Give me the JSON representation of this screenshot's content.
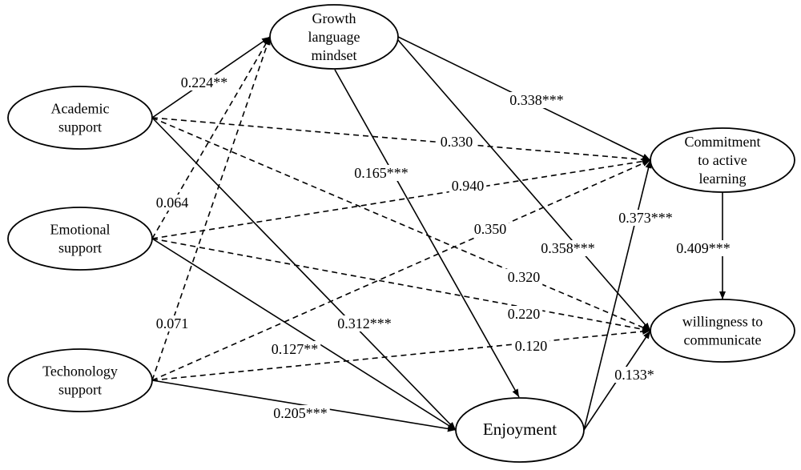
{
  "diagram": {
    "nodes": [
      {
        "id": "academic",
        "lines": [
          "Academic",
          "support"
        ]
      },
      {
        "id": "emotional",
        "lines": [
          "Emotional",
          "support"
        ]
      },
      {
        "id": "technology",
        "lines": [
          "Techonology",
          "support"
        ]
      },
      {
        "id": "growth",
        "lines": [
          "Growth",
          "language",
          "mindset"
        ]
      },
      {
        "id": "commitment",
        "lines": [
          "Commitment",
          "to active",
          "learning"
        ]
      },
      {
        "id": "willingness",
        "lines": [
          "willingness to",
          "communicate"
        ]
      },
      {
        "id": "enjoyment",
        "lines": [
          "Enjoyment"
        ]
      }
    ],
    "edges": [
      {
        "from": "academic",
        "to": "growth",
        "label": "0.224**",
        "style": "solid"
      },
      {
        "from": "academic",
        "to": "commitment",
        "label": "0.330",
        "style": "dashed"
      },
      {
        "from": "academic",
        "to": "willingness",
        "label": "0.320",
        "style": "dashed"
      },
      {
        "from": "academic",
        "to": "enjoyment",
        "label": "0.312***",
        "style": "solid"
      },
      {
        "from": "emotional",
        "to": "growth",
        "label": "0.064",
        "style": "dashed"
      },
      {
        "from": "emotional",
        "to": "commitment",
        "label": "0.940",
        "style": "dashed"
      },
      {
        "from": "emotional",
        "to": "willingness",
        "label": "0.220",
        "style": "dashed"
      },
      {
        "from": "emotional",
        "to": "enjoyment",
        "label": "0.127**",
        "style": "solid"
      },
      {
        "from": "technology",
        "to": "growth",
        "label": "0.071",
        "style": "dashed"
      },
      {
        "from": "technology",
        "to": "commitment",
        "label": "0.350",
        "style": "dashed"
      },
      {
        "from": "technology",
        "to": "willingness",
        "label": "0.120",
        "style": "dashed"
      },
      {
        "from": "technology",
        "to": "enjoyment",
        "label": "0.205***",
        "style": "solid"
      },
      {
        "from": "growth",
        "to": "commitment",
        "label": "0.338***",
        "style": "solid"
      },
      {
        "from": "growth",
        "to": "willingness",
        "label": "0.358***",
        "style": "solid"
      },
      {
        "from": "growth",
        "to": "enjoyment",
        "label": "0.165***",
        "style": "solid"
      },
      {
        "from": "enjoyment",
        "to": "commitment",
        "label": "0.373***",
        "style": "solid"
      },
      {
        "from": "enjoyment",
        "to": "willingness",
        "label": "0.133*",
        "style": "solid"
      },
      {
        "from": "commitment",
        "to": "willingness",
        "label": "0.409***",
        "style": "solid"
      }
    ]
  }
}
